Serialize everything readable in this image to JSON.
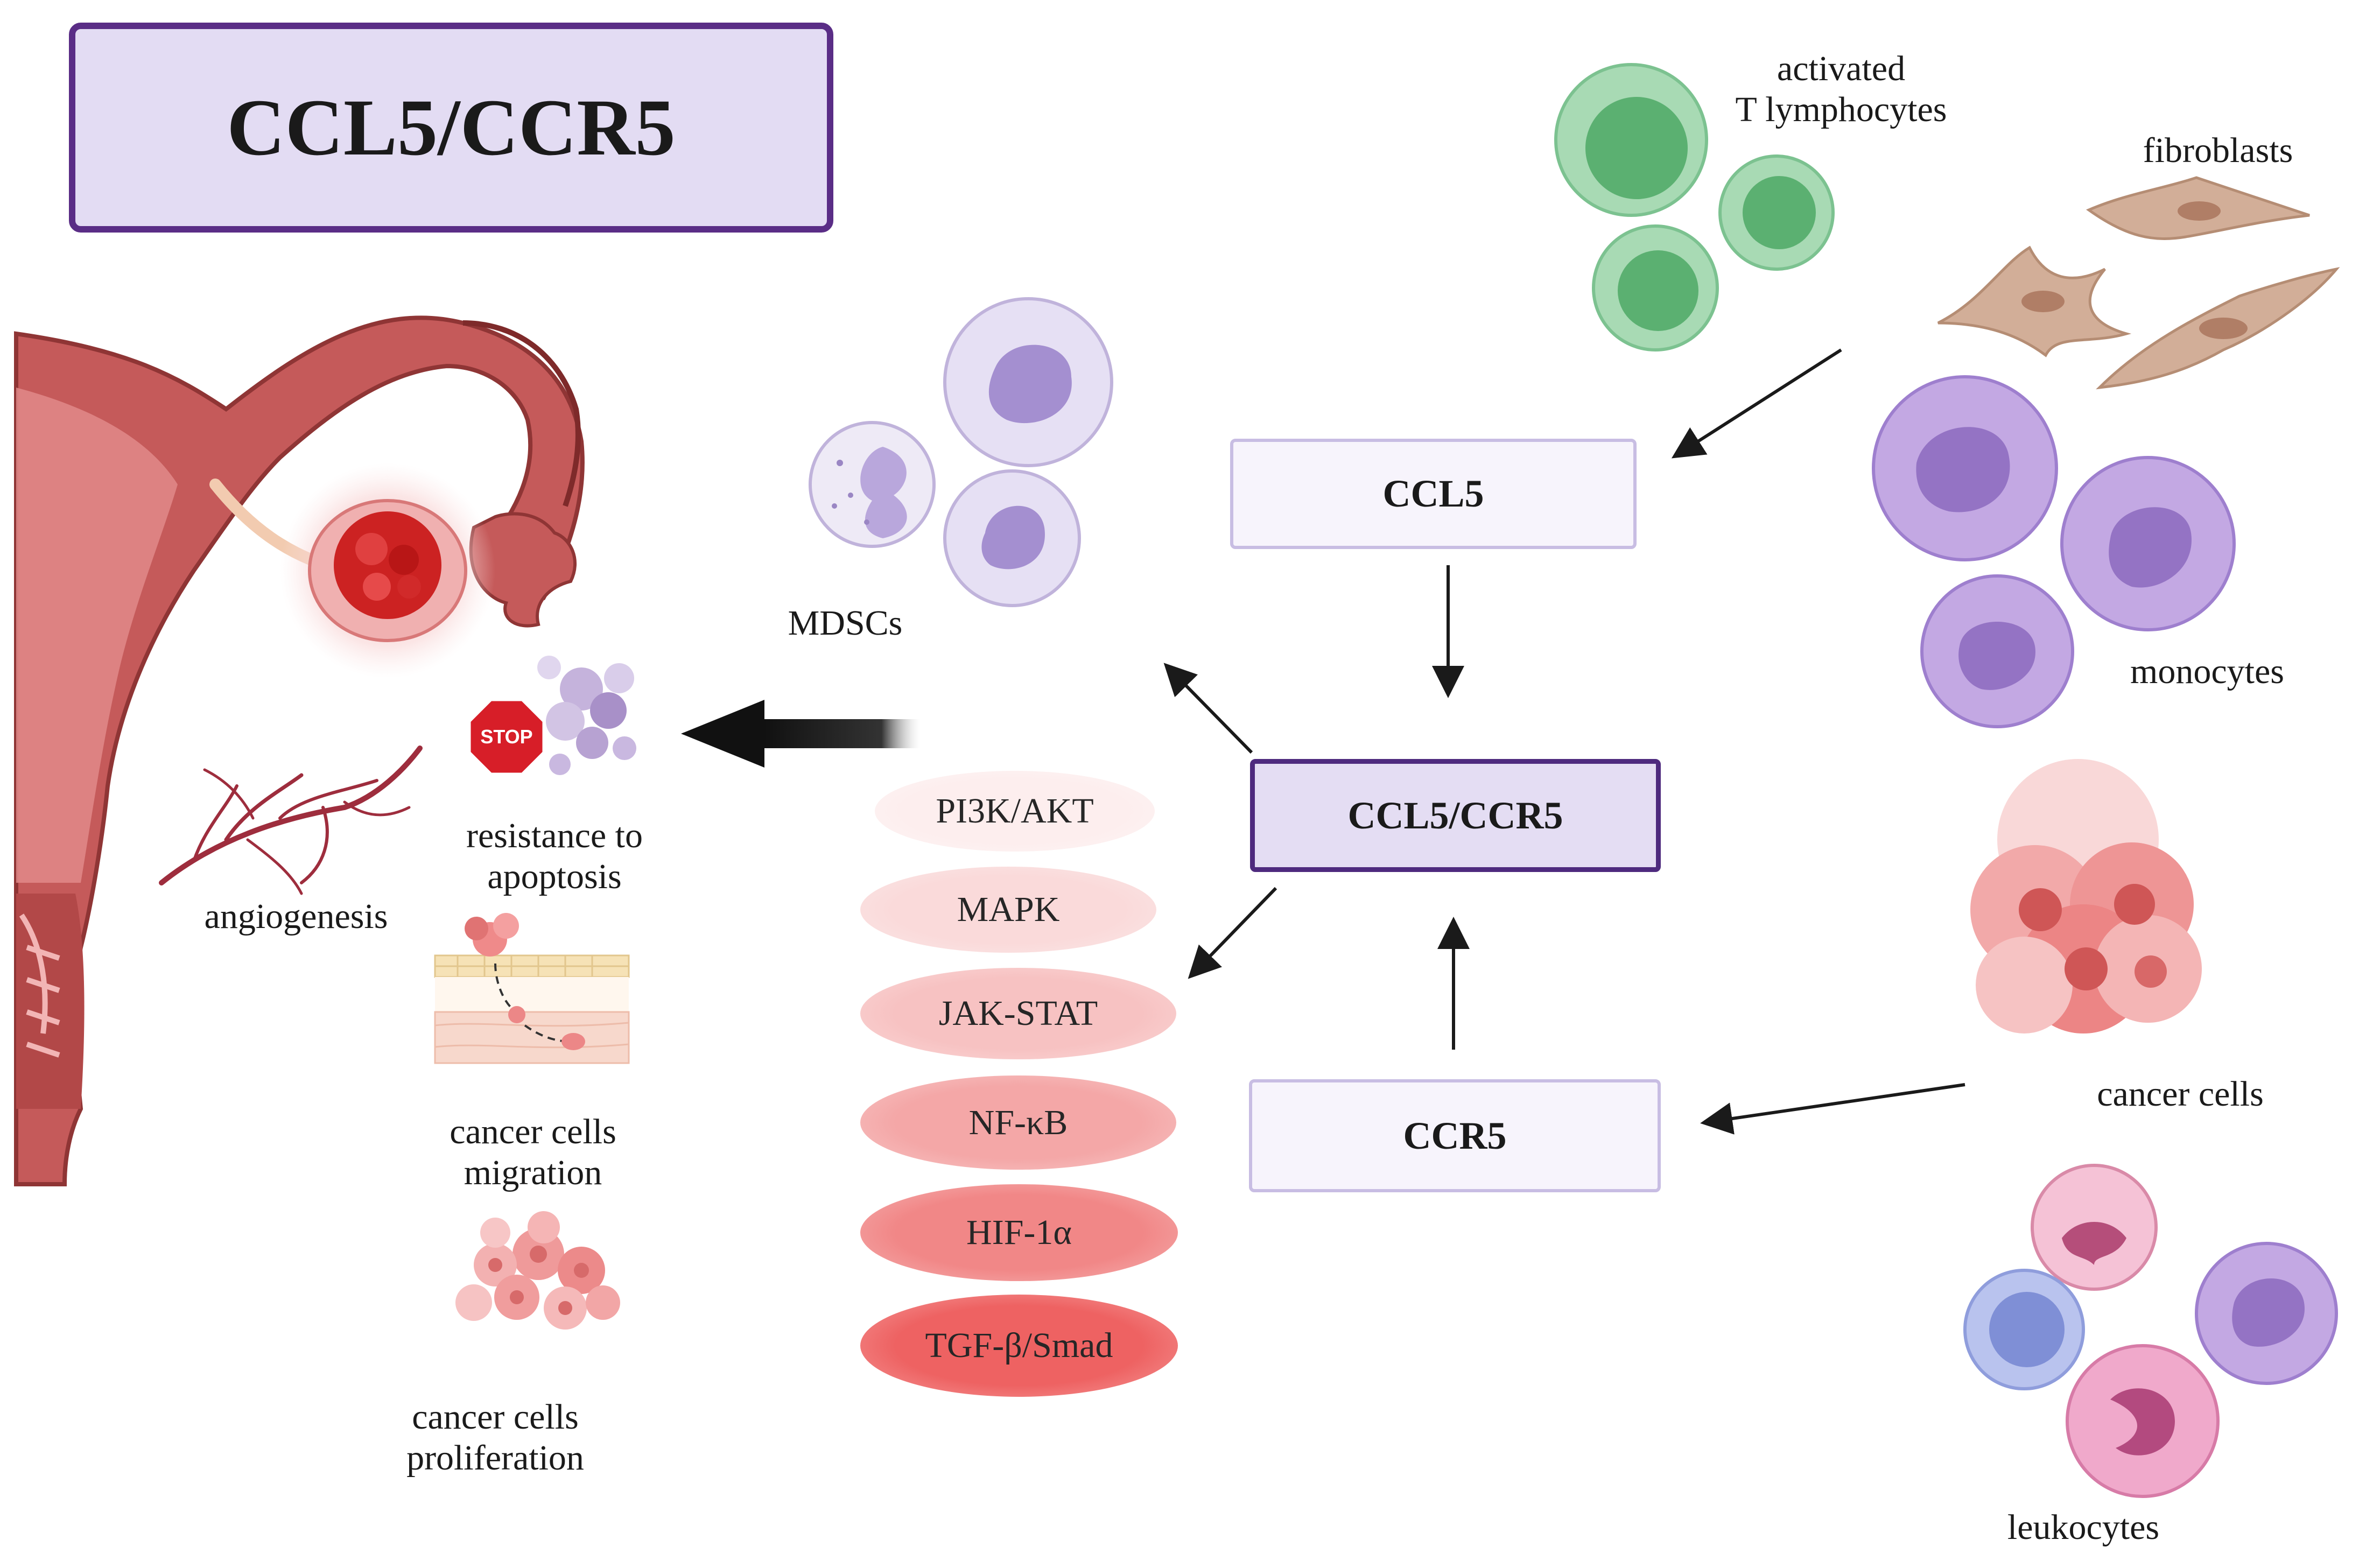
{
  "title": "CCL5/CCR5",
  "nodes": {
    "ccl5": "CCL5",
    "center": "CCL5/CCR5",
    "ccr5": "CCR5"
  },
  "pathways": [
    {
      "label": "PI3K/AKT",
      "color": "#fdeeee"
    },
    {
      "label": "MAPK",
      "color": "#fadada"
    },
    {
      "label": "JAK-STAT",
      "color": "#f7c2c2"
    },
    {
      "label": "NF-κB",
      "color": "#f4a7a7"
    },
    {
      "label": "HIF-1α",
      "color": "#f18787"
    },
    {
      "label": "TGF-β/Smad",
      "color": "#ee6262"
    }
  ],
  "sources": {
    "t_cells_line1": "activated",
    "t_cells_line2": "T lymphocytes",
    "fibroblasts": "fibroblasts",
    "monocytes": "monocytes",
    "cancer_cells": "cancer cells",
    "leukocytes": "leukocytes",
    "mdscs": "MDSCs"
  },
  "effects": {
    "apoptosis_line1": "resistance to",
    "apoptosis_line2": "apoptosis",
    "angiogenesis": "angiogenesis",
    "migration_line1": "cancer cells",
    "migration_line2": "migration",
    "proliferation_line1": "cancer cells",
    "proliferation_line2": "proliferation",
    "stop_sign": "STOP"
  },
  "colors": {
    "title_border": "#5a2d86",
    "title_fill": "#e3dcf3",
    "t_cell": "#7cc290",
    "monocyte": "#b99bd9",
    "fibroblast": "#d2ae98",
    "cancer_cell": "#ee7d7d",
    "uterus": "#c55a5a"
  }
}
